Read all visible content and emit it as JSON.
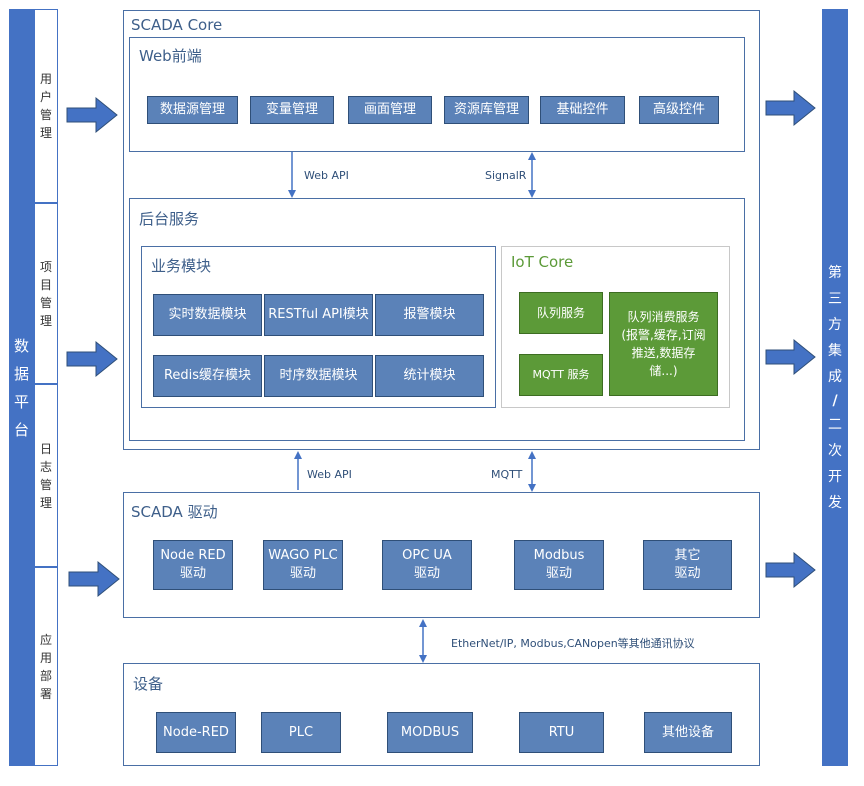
{
  "left_platform": {
    "label": [
      "数",
      "据",
      "平",
      "台"
    ]
  },
  "left_sub": [
    {
      "label": [
        "用",
        "户",
        "管",
        "理"
      ]
    },
    {
      "label": [
        "项",
        "目",
        "管",
        "理"
      ]
    },
    {
      "label": [
        "日",
        "志",
        "管",
        "理"
      ]
    },
    {
      "label": [
        "应",
        "用",
        "部",
        "署"
      ]
    }
  ],
  "right_bar": {
    "label": [
      "第",
      "三",
      "方",
      "集",
      "成",
      "/",
      "二",
      "次",
      "开",
      "发"
    ]
  },
  "scada_core": {
    "title": "SCADA Core"
  },
  "web_frontend": {
    "title": "Web前端",
    "items": [
      "数据源管理",
      "变量管理",
      "画面管理",
      "资源库管理",
      "基础控件",
      "高级控件"
    ]
  },
  "conn_web": {
    "left": "Web API",
    "right": "SignalR"
  },
  "backend": {
    "title": "后台服务"
  },
  "business": {
    "title": "业务模块",
    "items": [
      "实时数据模块",
      "RESTful API模块",
      "报警模块",
      "Redis缓存模块",
      "时序数据模块",
      "统计模块"
    ]
  },
  "iot_core": {
    "title": "IoT Core",
    "queue": "队列服务",
    "mqtt": "MQTT 服务",
    "consumer": [
      "队列消费服务",
      "(报警,缓存,订阅",
      "推送,数据存",
      "储...)"
    ]
  },
  "conn_driver": {
    "left": "Web API",
    "right": "MQTT"
  },
  "driver": {
    "title": "SCADA 驱动",
    "items": [
      {
        "l1": "Node RED",
        "l2": "驱动"
      },
      {
        "l1": "WAGO PLC",
        "l2": "驱动"
      },
      {
        "l1": "OPC UA",
        "l2": "驱动"
      },
      {
        "l1": "Modbus",
        "l2": "驱动"
      },
      {
        "l1": "其它",
        "l2": "驱动"
      }
    ]
  },
  "conn_device": {
    "label": "EtherNet/IP, Modbus,CANopen等其他通讯协议"
  },
  "devices": {
    "title": "设备",
    "items": [
      "Node-RED",
      "PLC",
      "MODBUS",
      "RTU",
      "其他设备"
    ]
  },
  "colors": {
    "primary_blue": "#4472c4",
    "box_blue": "#5b82b8",
    "iot_green": "#5c9a38",
    "border": "#4a6fa5"
  }
}
